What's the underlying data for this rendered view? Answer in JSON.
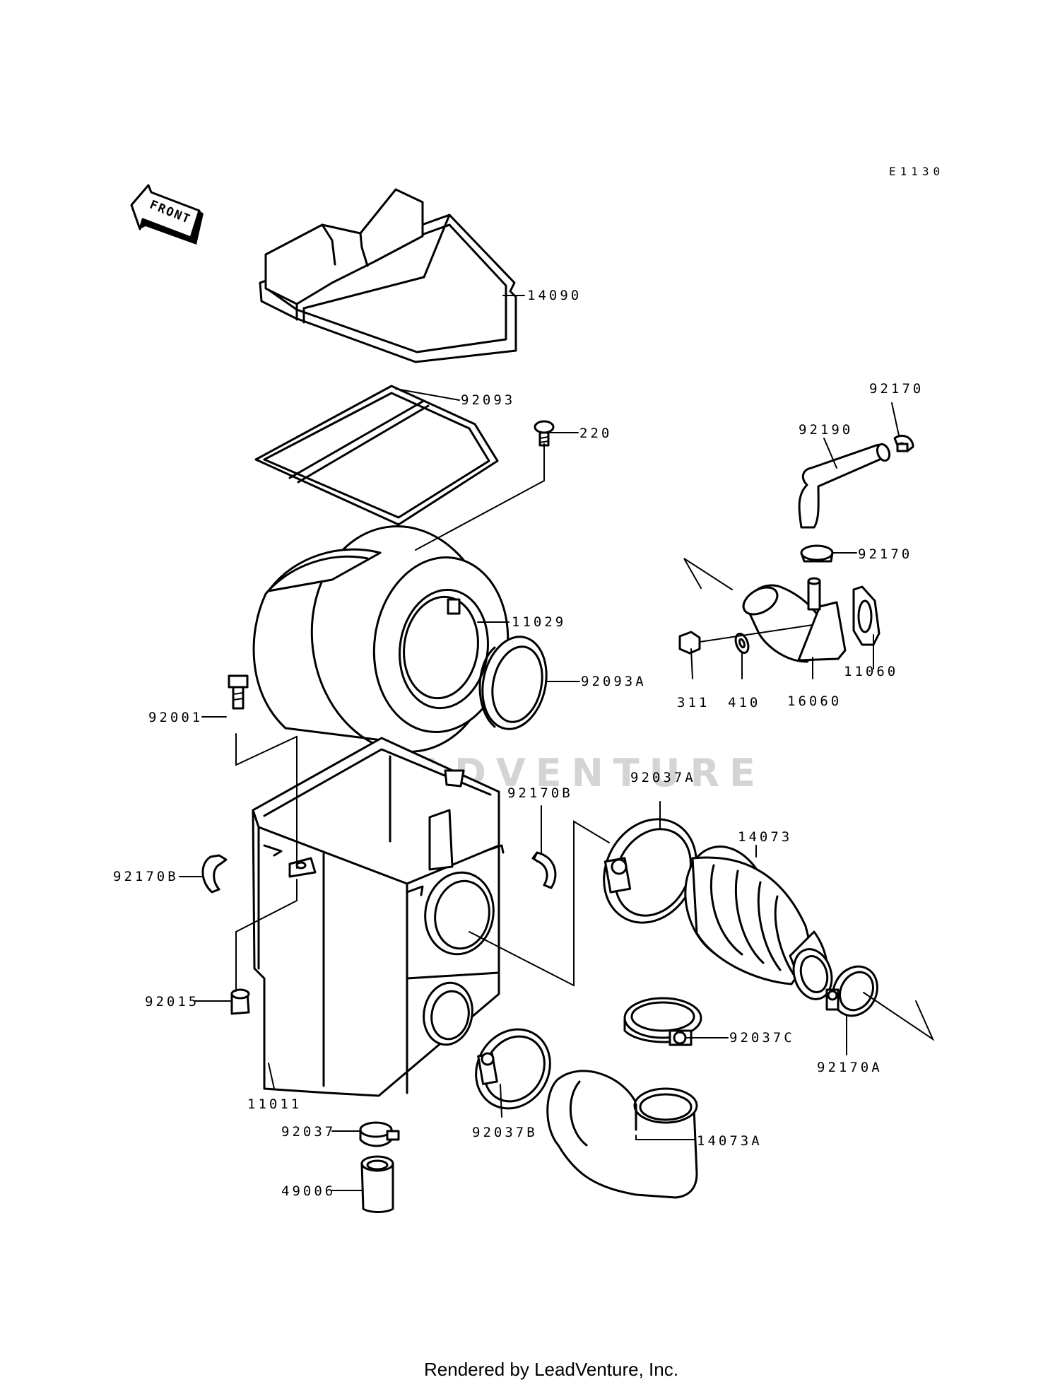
{
  "diagram_code": "E1130",
  "front_label": "FRONT",
  "watermark": "LEADVENTURE",
  "footer": "Rendered by LeadVenture, Inc.",
  "part_labels": {
    "p14090": "14090",
    "p92093": "92093",
    "p220": "220",
    "p11029": "11029",
    "p92093A": "92093A",
    "p92001": "92001",
    "p92170B_left": "92170B",
    "p92170B_mid": "92170B",
    "p92015": "92015",
    "p11011": "11011",
    "p92037": "92037",
    "p49006": "49006",
    "p92037B": "92037B",
    "p14073A": "14073A",
    "p92037C": "92037C",
    "p92037A": "92037A",
    "p14073": "14073",
    "p92170A": "92170A",
    "p92170_top": "92170",
    "p92190": "92190",
    "p92170_mid": "92170",
    "p11060": "11060",
    "p16060": "16060",
    "p311": "311",
    "p410": "410"
  }
}
